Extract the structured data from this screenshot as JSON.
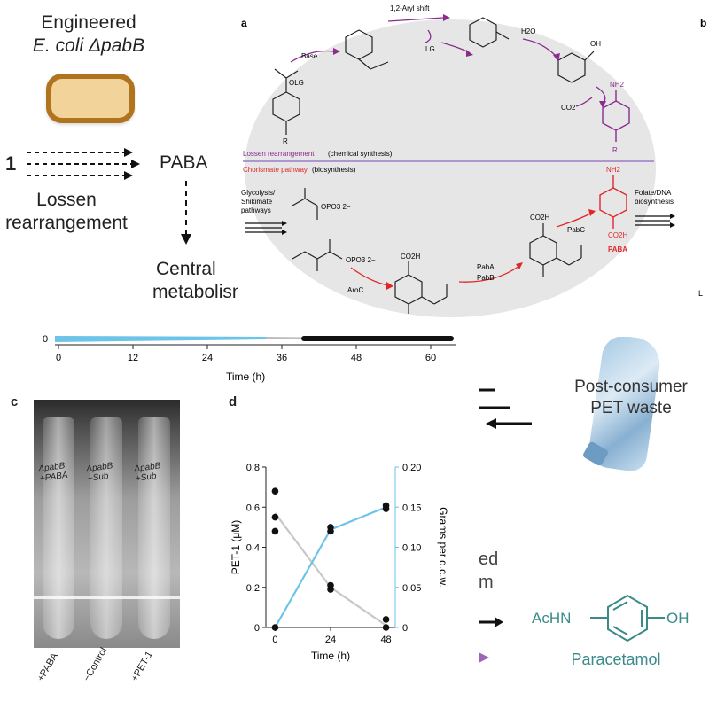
{
  "left_panel": {
    "title_line1": "Engineered",
    "title_line2": "E. coli ΔpabB",
    "number": "1",
    "lossen_line1": "Lossen",
    "lossen_line2": "rearrangement",
    "paba": "PABA",
    "central_line1": "Central",
    "central_line2": "metabolism"
  },
  "panel_a": {
    "label": "a",
    "label_b": "b",
    "base": "Base",
    "aryl_shift": "1,2-Aryl shift",
    "lg": "LG",
    "h2o": "H2O",
    "co2": "CO2",
    "nh2": "NH2",
    "oh": "OH",
    "olg": "OLG",
    "r": "R",
    "lossen_label": "Lossen rearrangement",
    "lossen_suffix": "(chemical synthesis)",
    "chorismate_label": "Chorismate pathway",
    "chorismate_suffix": "(biosynthesis)",
    "glycolysis_line1": "Glycolysis/",
    "glycolysis_line2": "Shikimate",
    "glycolysis_line3": "pathways",
    "opo3": "OPO3 2−",
    "aroc": "AroC",
    "pabA": "PabA",
    "pabB": "PabB",
    "pabC": "PabC",
    "co2h": "CO2H",
    "paba": "PABA",
    "folate_line1": "Folate/DNA",
    "folate_line2": "biosynthesis",
    "l_mark": "L"
  },
  "timeline": {
    "y0": "0",
    "ticks": [
      "0",
      "12",
      "24",
      "36",
      "48",
      "60"
    ],
    "xlabel": "Time (h)"
  },
  "panel_c": {
    "label": "c",
    "tube_labels": [
      "+PABA",
      "−Control",
      "+PET-1"
    ],
    "tube_text": [
      "ΔpabB +PABA",
      "ΔpabB −Sub",
      "ΔpabB +Sub"
    ]
  },
  "panel_d": {
    "label": "d",
    "ylabel_left": "PET-1 (μM)",
    "ylabel_right": "Grams per d.c.w.",
    "xlabel": "Time (h)",
    "yticks_left": [
      "0",
      "0.2",
      "0.4",
      "0.6",
      "0.8"
    ],
    "yticks_right": [
      "0",
      "0.05",
      "0.10",
      "0.15",
      "0.20"
    ],
    "xticks": [
      "0",
      "24",
      "48"
    ]
  },
  "right_panel": {
    "waste_line1": "Post-consumer",
    "waste_line2": "PET waste",
    "partial1": "ed",
    "partial2": "m",
    "achn": "AcHN",
    "oh": "OH",
    "paracetamol": "Paracetamol"
  },
  "colors": {
    "purple": "#8b2a8f",
    "red": "#e0262b",
    "teal": "#3a8a8a",
    "lightblue": "#6ec3e8",
    "bacterium_fill": "#f2d39a",
    "bacterium_border": "#b0741f"
  },
  "chart_data": {
    "type": "scatter",
    "x": [
      0,
      24,
      48
    ],
    "xlabel": "Time (h)",
    "ylabel": "PET-1 (μM)",
    "ylabel_right": "Grams per d.c.w.",
    "ylim": [
      0,
      0.8
    ],
    "ylim_right": [
      0,
      0.2
    ],
    "series": [
      {
        "axis": "left",
        "points": [
          [
            0,
            0.68
          ],
          [
            0,
            0.55
          ],
          [
            0,
            0.48
          ],
          [
            24,
            0.21
          ],
          [
            24,
            0.19
          ],
          [
            48,
            0.04
          ],
          [
            48,
            0.0
          ]
        ],
        "trend": [
          [
            0,
            0.57
          ],
          [
            24,
            0.2
          ],
          [
            48,
            0.01
          ]
        ],
        "color": "#c8c8c8"
      },
      {
        "axis": "right",
        "points": [
          [
            0,
            0.0
          ],
          [
            24,
            0.125
          ],
          [
            24,
            0.12
          ],
          [
            48,
            0.152
          ],
          [
            48,
            0.148
          ]
        ],
        "trend": [
          [
            0,
            0.0
          ],
          [
            24,
            0.122
          ],
          [
            48,
            0.15
          ]
        ],
        "color": "#6ec3e8"
      }
    ]
  }
}
